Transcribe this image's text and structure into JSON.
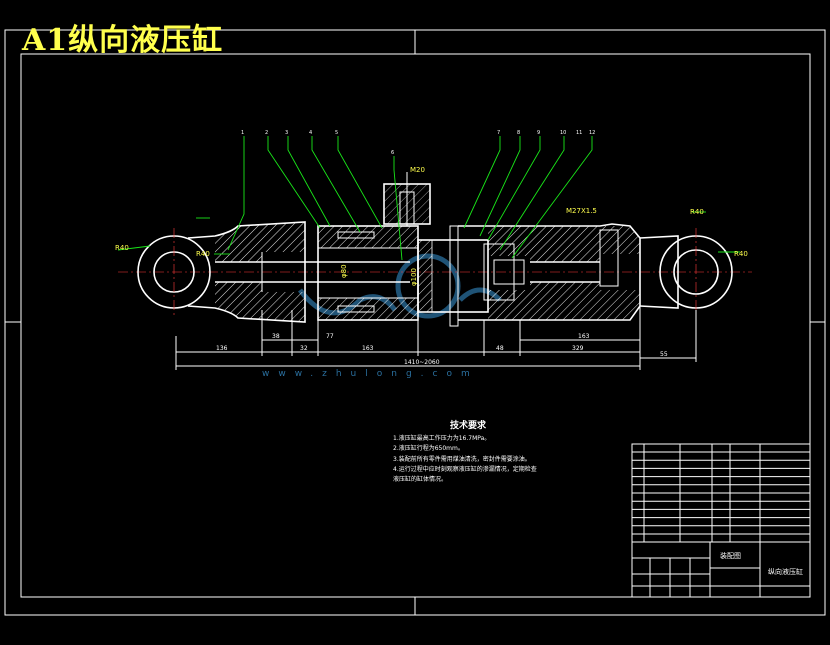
{
  "title": "A1纵向液压缸",
  "dimensions": {
    "pin_dia_left": "R40",
    "pin_dia_left_inner": "R40",
    "pin_dia_right": "R40",
    "pin_dia_right_inner": "R40",
    "port_thread_top": "M20",
    "port_thread_right": "M27X1.5",
    "bore_left": "φ80",
    "bore_mid": "φ100",
    "seg_136": "136",
    "seg_38": "38",
    "seg_32": "32",
    "seg_77": "77",
    "seg_163": "163",
    "seg_48": "48",
    "seg_329": "329",
    "seg_163_right": "163",
    "seg_55": "55",
    "overall_length": "1410~2060"
  },
  "balloons": [
    "1",
    "2",
    "3",
    "4",
    "5",
    "6",
    "7",
    "8",
    "9",
    "10",
    "11",
    "12"
  ],
  "watermark": "www.zhulong.com",
  "tech_requirements": {
    "heading": "技术要求",
    "items": [
      "1.液压缸最高工作压力为16.7MPa。",
      "2.液压缸行程为650mm。",
      "3.装配前所有零件需用煤油清洗，密封件需要涂油。",
      "4.运行过程中应时刻观察液压缸的渗漏情况，定期检查",
      "液压缸的缸体情况。"
    ]
  },
  "title_block": {
    "assembly_label": "装配图",
    "drawing_name": "纵向液压缸"
  }
}
